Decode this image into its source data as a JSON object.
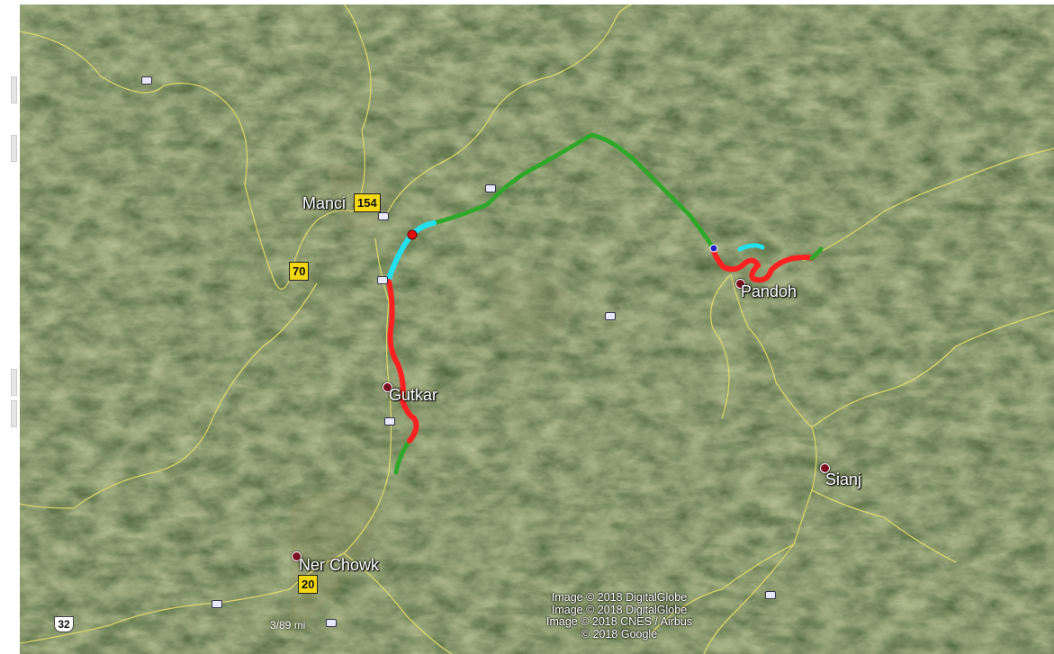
{
  "places": [
    {
      "name": "Manci",
      "icon": "town-marker-icon"
    },
    {
      "name": "Pandoh",
      "icon": "town-marker-icon"
    },
    {
      "name": "Gutkar",
      "icon": "town-marker-icon"
    },
    {
      "name": "Sianj",
      "icon": "town-marker-icon"
    },
    {
      "name": "Ner Chowk",
      "icon": "town-marker-icon"
    }
  ],
  "highway_shields": [
    "154",
    "70",
    "20",
    "32"
  ],
  "route_colors": {
    "red": "#ff2020",
    "cyan": "#22e0ee",
    "green": "#2fa82a"
  },
  "road_color": "#e8e070",
  "scale": {
    "label": "3/89 mi"
  },
  "attribution": [
    "Image © 2018 DigitalGlobe",
    "Image © 2018 DigitalGlobe",
    "Image © 2018 CNES / Airbus",
    "© 2018 Google"
  ]
}
